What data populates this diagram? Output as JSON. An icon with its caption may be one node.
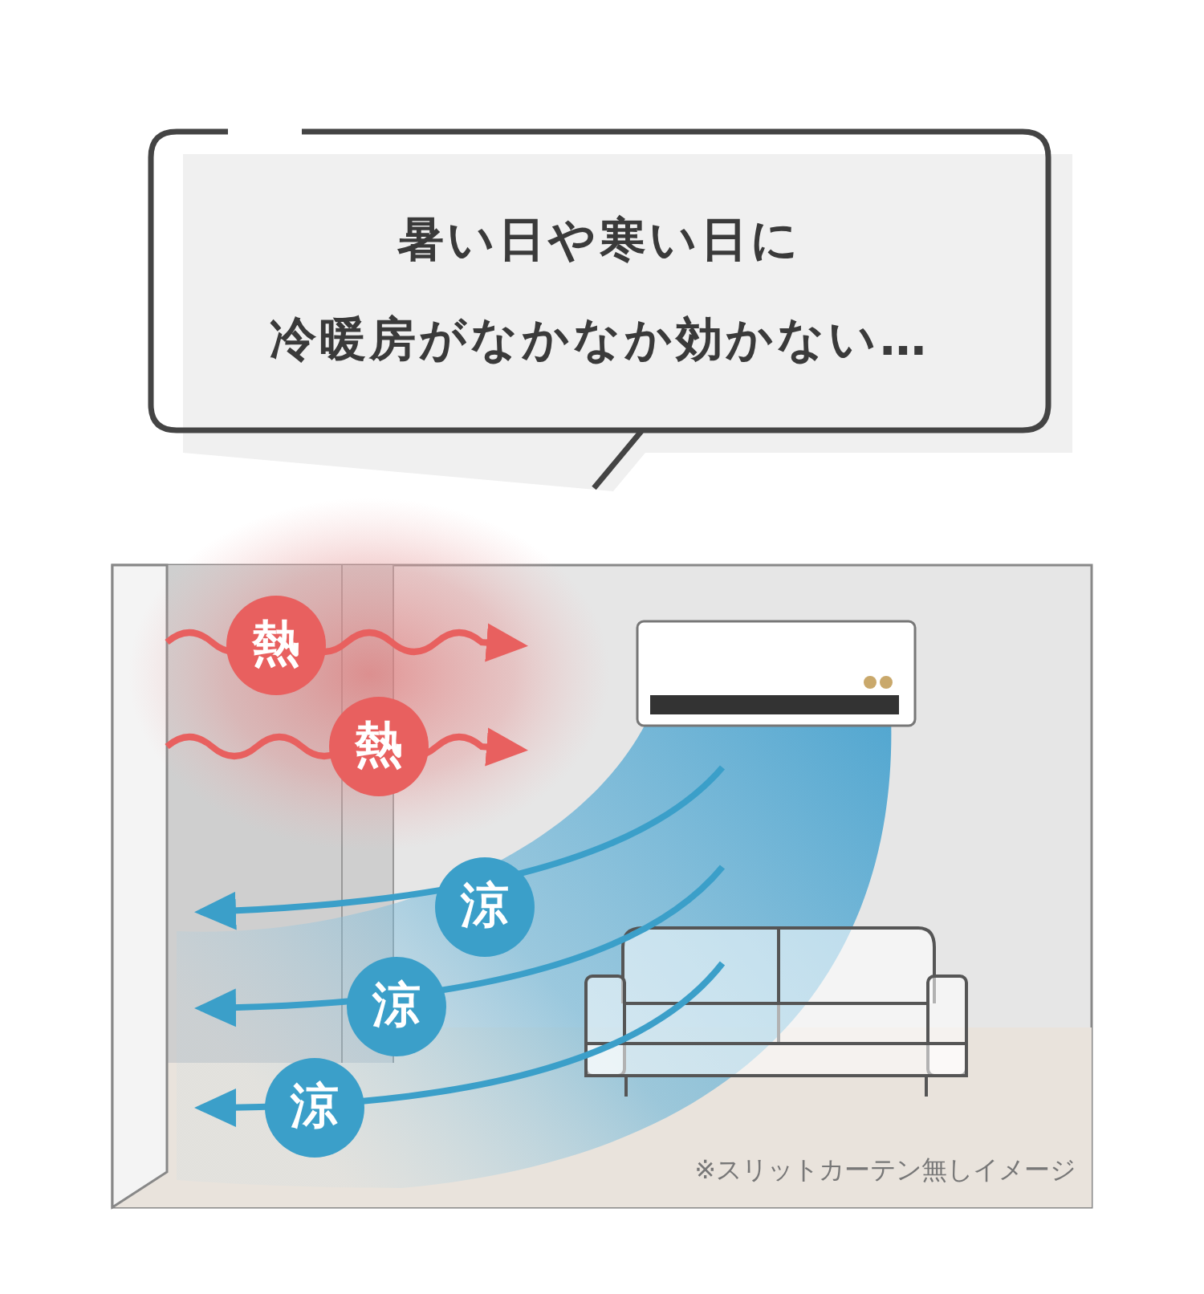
{
  "diagram": {
    "nodes": [
      {
        "text": [
          "暑い日や寒い日に",
          "冷暖房がなかなか効かない…"
        ]
      },
      {
        "text": [
          "熱"
        ]
      },
      {
        "text": [
          "熱"
        ]
      },
      {
        "text": [
          "涼"
        ]
      },
      {
        "text": [
          "涼"
        ]
      },
      {
        "text": [
          "涼"
        ]
      }
    ],
    "labels": [
      "※スリットカーテン無しイメージ"
    ]
  }
}
